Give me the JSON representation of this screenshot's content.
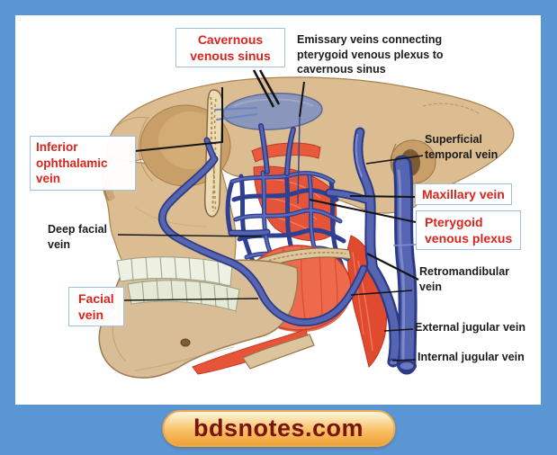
{
  "frame": {
    "border_color": "#5b96d4",
    "canvas_color": "#ffffff"
  },
  "labels": {
    "cavernous_venous_sinus": "Cavernous\nvenous sinus",
    "emissary_veins": "Emissary veins connecting\npterygoid venous plexus to\ncavernous sinus",
    "inferior_ophthalamic_vein": "Inferior\nophthalamic vein",
    "superficial_temporal_vein": "Superficial\ntemporal vein",
    "maxillary_vein": "Maxillary vein",
    "pterygoid_venous_plexus": "Pterygoid\nvenous plexus",
    "deep_facial_vein": "Deep facial\nvein",
    "retromandibular_vein": "Retromandibular\nvein",
    "facial_vein": "Facial\nvein",
    "external_jugular_vein": "External jugular vein",
    "internal_jugular_vein": "Internal jugular vein"
  },
  "footer": {
    "site_text": "bdsnotes.com",
    "text_color": "#7a130c",
    "badge_gradient_top": "#fef6dd",
    "badge_gradient_bottom": "#efa238"
  },
  "palette": {
    "label_red": "#d9251d",
    "label_black": "#1c1c1c",
    "label_box_border": "#9ec0e2",
    "bone": "#dcbd92",
    "muscle_red": "#e85a3c",
    "vein_blue": "#5565b2",
    "vein_outline": "#2c3a86",
    "cavernous_sinus": "#8a96bc"
  }
}
